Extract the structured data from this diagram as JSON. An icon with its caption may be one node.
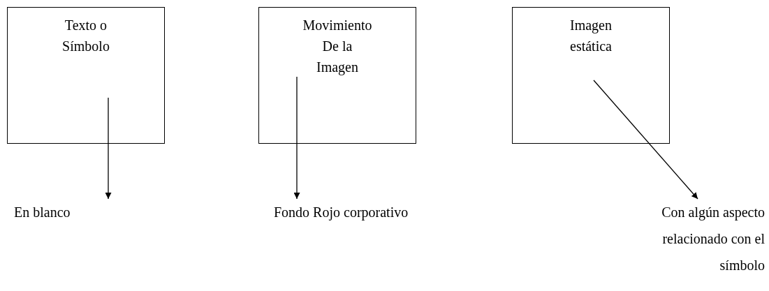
{
  "diagram": {
    "nodes": [
      {
        "text": [
          "Texto o Símbolo"
        ]
      },
      {
        "text": [
          "Movimiento De la Imagen"
        ]
      },
      {
        "text": [
          "Imagen estática"
        ]
      },
      {
        "text": [
          "En blanco"
        ]
      },
      {
        "text": [
          "Fondo Rojo corporativo"
        ]
      },
      {
        "text": [
          "Con algún aspecto relacionado con el símbolo"
        ]
      }
    ],
    "edges": [
      {
        "from": 0,
        "to": 3,
        "arrow": "to"
      },
      {
        "from": 1,
        "to": 4,
        "arrow": "to"
      },
      {
        "from": 2,
        "to": 5,
        "arrow": "to"
      }
    ]
  }
}
